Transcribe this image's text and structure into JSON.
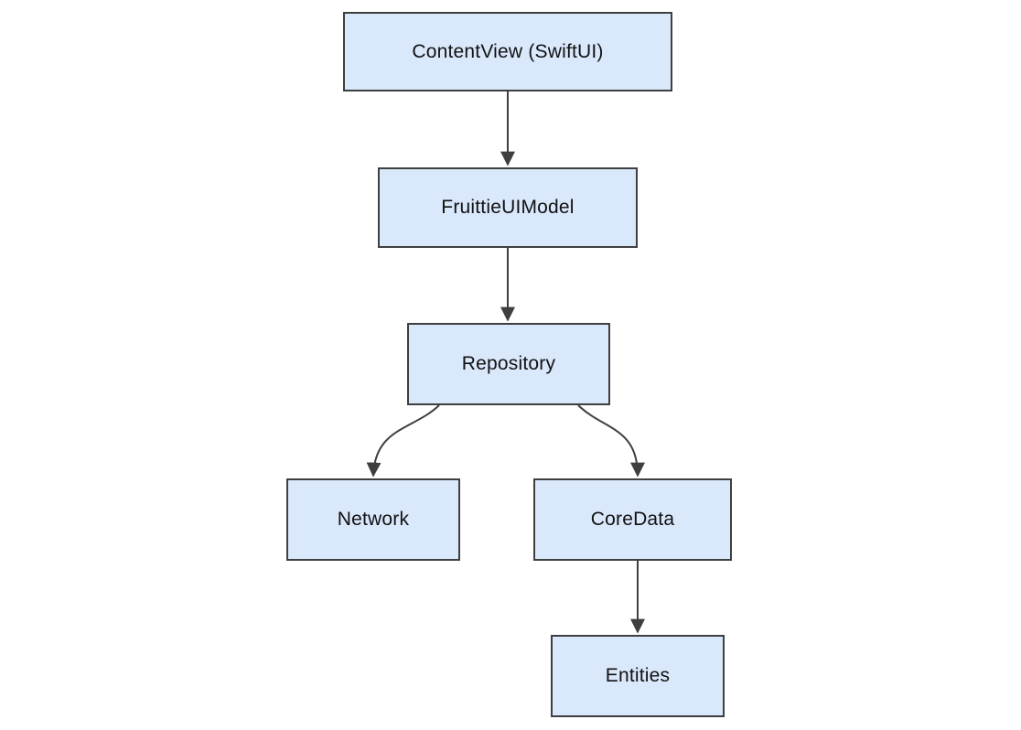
{
  "diagram": {
    "type": "flowchart",
    "direction": "top-down",
    "background_color": "#ffffff",
    "node_fill_color": "#dae8fc",
    "node_border_color": "#3f3f3f",
    "edge_color": "#3f3f3f",
    "text_color": "#111111",
    "nodes": [
      {
        "id": "contentview",
        "label": "ContentView (SwiftUI)"
      },
      {
        "id": "fruittieuimodel",
        "label": "FruittieUIModel"
      },
      {
        "id": "repository",
        "label": "Repository"
      },
      {
        "id": "network",
        "label": "Network"
      },
      {
        "id": "coredata",
        "label": "CoreData"
      },
      {
        "id": "entities",
        "label": "Entities"
      }
    ],
    "edges": [
      {
        "from": "ContentView (SwiftUI)",
        "to": "FruittieUIModel",
        "style": "arrow"
      },
      {
        "from": "FruittieUIModel",
        "to": "Repository",
        "style": "arrow"
      },
      {
        "from": "Repository",
        "to": "Network",
        "style": "arrow-curved"
      },
      {
        "from": "Repository",
        "to": "CoreData",
        "style": "arrow-curved"
      },
      {
        "from": "CoreData",
        "to": "Entities",
        "style": "arrow"
      }
    ]
  }
}
